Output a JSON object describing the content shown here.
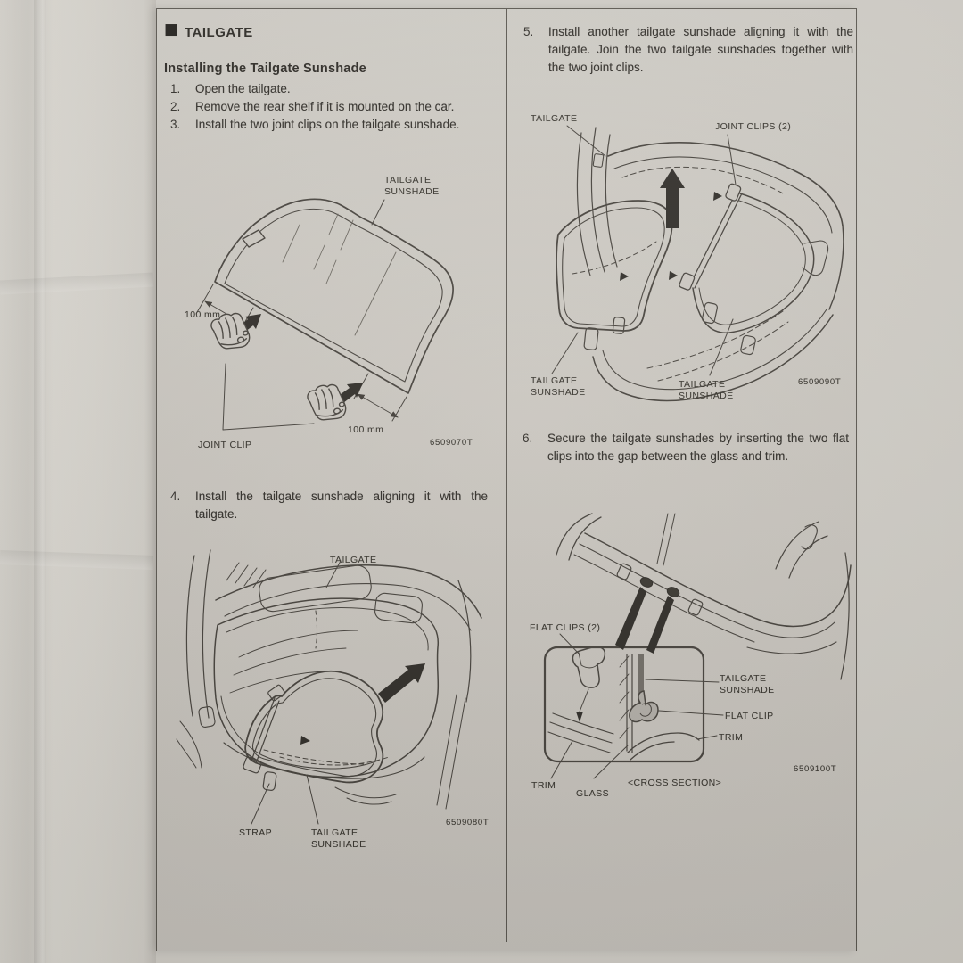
{
  "header": {
    "marker": "■",
    "title": "TAILGATE",
    "subtitle": "Installing the Tailgate Sunshade"
  },
  "steps": [
    {
      "num": "1.",
      "text": "Open the tailgate."
    },
    {
      "num": "2.",
      "text": "Remove the rear shelf if it is mounted on the car."
    },
    {
      "num": "3.",
      "text": "Install the two joint clips on the tailgate sunshade."
    },
    {
      "num": "4.",
      "text": "Install the tailgate sunshade aligning it with the tailgate."
    },
    {
      "num": "5.",
      "text": "Install another tailgate sunshade aligning it with the tailgate. Join the two tailgate sunshades together with the two joint clips."
    },
    {
      "num": "6.",
      "text": "Secure the tailgate sunshades by inserting the two flat clips into the gap between the glass and trim."
    }
  ],
  "figures": {
    "fig1": {
      "labels": {
        "sunshade": "TAILGATE SUNSHADE",
        "dim_left": "100 mm",
        "dim_right": "100 mm",
        "joint_clip": "JOINT CLIP"
      },
      "code": "6509070T"
    },
    "fig2": {
      "labels": {
        "tailgate": "TAILGATE",
        "strap": "STRAP",
        "sunshade": "TAILGATE SUNSHADE"
      },
      "code": "6509080T"
    },
    "fig3": {
      "labels": {
        "tailgate": "TAILGATE",
        "joint_clips": "JOINT CLIPS (2)",
        "sunshade_left": "TAILGATE SUNSHADE",
        "sunshade_center": "TAILGATE SUNSHADE"
      },
      "code": "6509090T"
    },
    "fig4": {
      "labels": {
        "flat_clips": "FLAT CLIPS (2)",
        "sunshade": "TAILGATE SUNSHADE",
        "flat_clip": "FLAT CLIP",
        "trim_upper": "TRIM",
        "trim_lower": "TRIM",
        "glass": "GLASS",
        "cross_section": "<CROSS SECTION>"
      },
      "code": "6509100T"
    }
  }
}
